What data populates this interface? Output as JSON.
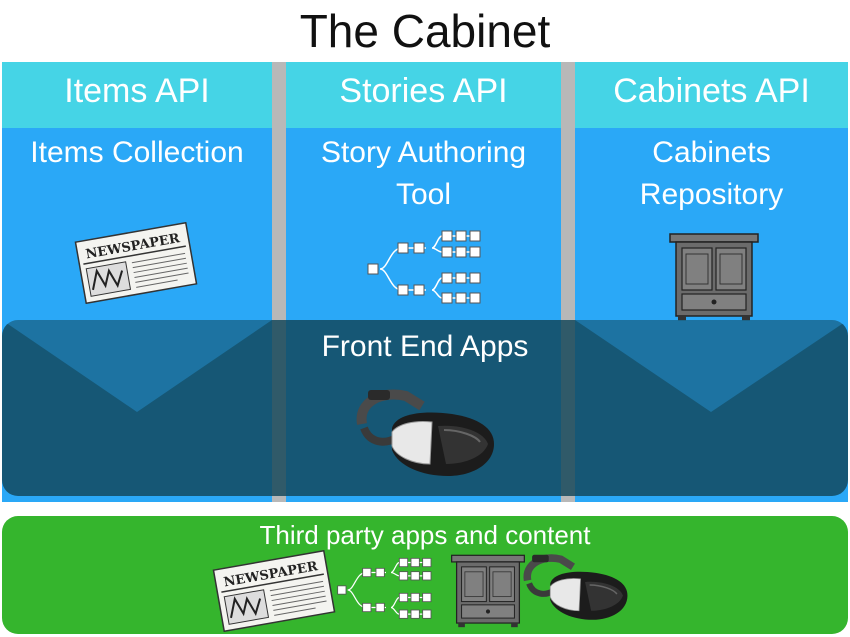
{
  "title": "The Cabinet",
  "columns": [
    {
      "title": "Items API",
      "subtitle": "Items Collection"
    },
    {
      "title": "Stories API",
      "subtitle": "Story Authoring\nTool"
    },
    {
      "title": "Cabinets API",
      "subtitle": "Cabinets\nRepository"
    }
  ],
  "front_end": {
    "label": "Front End Apps"
  },
  "third_party": {
    "label": "Third party apps and  content"
  },
  "newspaper": {
    "masthead": "NEWSPAPER"
  },
  "icons": [
    "newspaper-icon",
    "story-tree-icon",
    "cabinet-icon",
    "vr-headset-icon"
  ],
  "colors": {
    "api_header": "#45d4e6",
    "api_body": "#2aa8f7",
    "front_end_band": "#124658",
    "third_party_band": "#35b52d",
    "separator": "#b8b8b8"
  }
}
